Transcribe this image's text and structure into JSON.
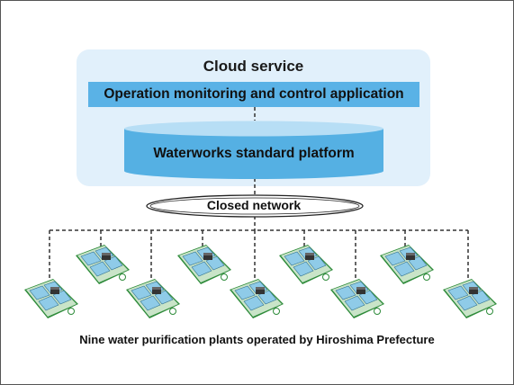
{
  "cloud": {
    "title": "Cloud service",
    "application_label": "Operation monitoring and control application",
    "platform_label": "Waterworks standard platform"
  },
  "network": {
    "label": "Closed network"
  },
  "plants": {
    "caption": "Nine water purification plants operated by Hiroshima Prefecture",
    "count": 9
  },
  "colors": {
    "cloud_bg": "#e1f0fb",
    "app_bar": "#5ab2e6",
    "cylinder_body": "#55b0e3",
    "cylinder_top": "#b7def5",
    "plant_ground": "#2e8b3a",
    "plant_tank": "#8fcbe8"
  }
}
